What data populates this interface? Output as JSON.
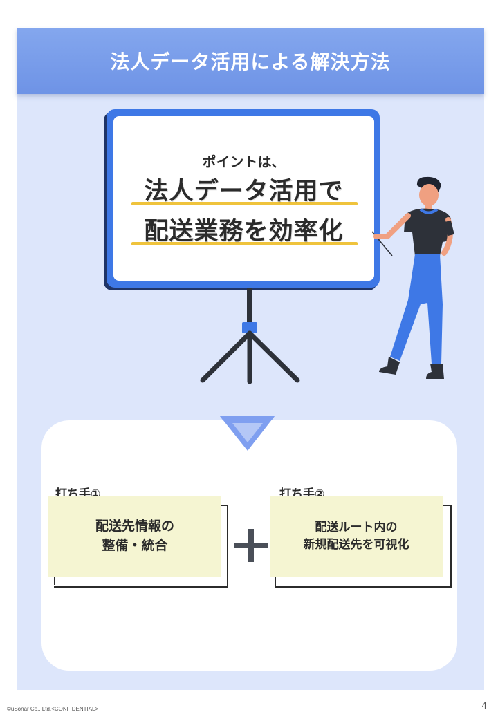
{
  "title": "法人データ活用による解決方法",
  "board": {
    "lead": "ポイントは、",
    "line1": "法人データ活用で",
    "line2": "配送業務を効率化"
  },
  "steps": [
    {
      "label": "打ち手①",
      "text": "配送先情報の\n整備・統合"
    },
    {
      "label": "打ち手②",
      "text": "配送ルート内の\n新規配送先を可視化"
    }
  ],
  "plus_symbol": "+",
  "footer": "©uSonar Co., Ltd.<CONFIDENTIAL>",
  "page_number": "4",
  "colors": {
    "accent": "#3e78e6",
    "panel_bg": "#dde6fb",
    "highlight": "#efc33c",
    "step_fill": "#f5f5d2"
  }
}
